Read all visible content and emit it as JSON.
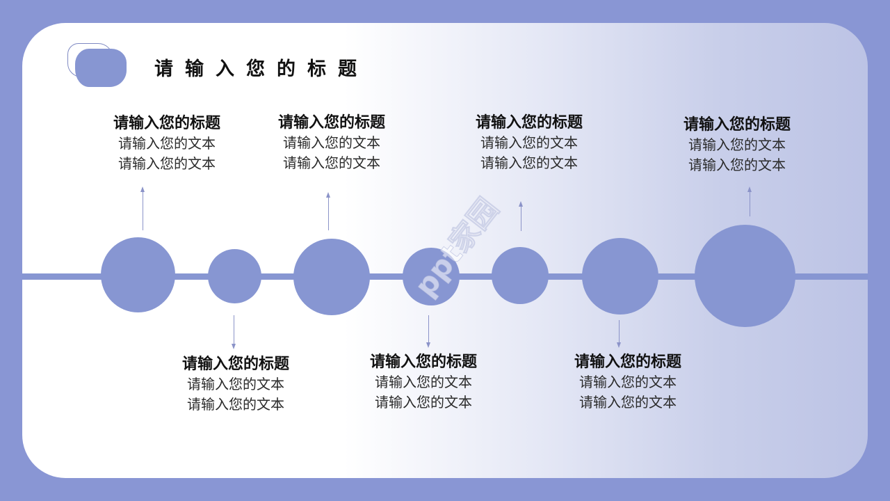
{
  "slide": {
    "title": "请输入您的标题",
    "colors": {
      "background": "#8996d4",
      "accent": "#8796d2",
      "arrow": "#8b93c8",
      "title_text": "#111111",
      "body_text": "#2a2a2a"
    },
    "watermark": "ppt家园"
  },
  "timeline": {
    "nodes": [
      {
        "position": "top",
        "title": "请输入您的标题",
        "line1": "请输入您的文本",
        "line2": "请输入您的文本"
      },
      {
        "position": "bottom",
        "title": "请输入您的标题",
        "line1": "请输入您的文本",
        "line2": "请输入您的文本"
      },
      {
        "position": "top",
        "title": "请输入您的标题",
        "line1": "请输入您的文本",
        "line2": "请输入您的文本"
      },
      {
        "position": "bottom",
        "title": "请输入您的标题",
        "line1": "请输入您的文本",
        "line2": "请输入您的文本"
      },
      {
        "position": "top",
        "title": "请输入您的标题",
        "line1": "请输入您的文本",
        "line2": "请输入您的文本"
      },
      {
        "position": "bottom",
        "title": "请输入您的标题",
        "line1": "请输入您的文本",
        "line2": "请输入您的文本"
      },
      {
        "position": "top",
        "title": "请输入您的标题",
        "line1": "请输入您的文本",
        "line2": "请输入您的文本"
      }
    ]
  }
}
